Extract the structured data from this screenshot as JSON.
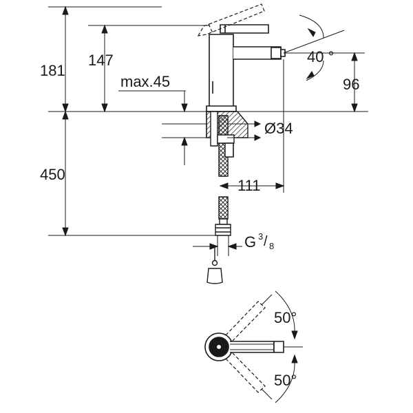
{
  "dimensions": {
    "overall_height": "181",
    "spout_height": "147",
    "max_deck": "max.45",
    "spout_outlet_height": "96",
    "spray_angle": "40 °",
    "hole_diameter": "Ø34",
    "projection": "111",
    "hose_length": "450",
    "thread": {
      "letter": "G",
      "numerator": "3",
      "denominator": "8"
    },
    "swivel_angle_top": "50°",
    "swivel_angle_bottom": "50°"
  },
  "colors": {
    "line": "#1a1a1a",
    "background": "#ffffff"
  }
}
